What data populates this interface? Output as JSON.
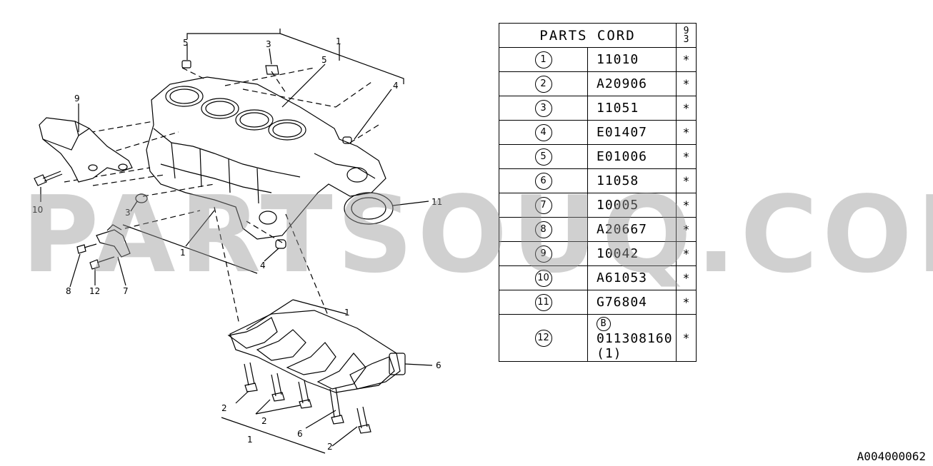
{
  "table": {
    "title": "PARTS CORD",
    "year_col": "9\n3",
    "rows": [
      {
        "num": "1",
        "code": "11010",
        "mark": "*"
      },
      {
        "num": "2",
        "code": "A20906",
        "mark": "*"
      },
      {
        "num": "3",
        "code": "11051",
        "mark": "*"
      },
      {
        "num": "4",
        "code": "E01407",
        "mark": "*"
      },
      {
        "num": "5",
        "code": "E01006",
        "mark": "*"
      },
      {
        "num": "6",
        "code": "11058",
        "mark": "*"
      },
      {
        "num": "7",
        "code": "10005",
        "mark": "*"
      },
      {
        "num": "8",
        "code": "A20667",
        "mark": "*"
      },
      {
        "num": "9",
        "code": "10042",
        "mark": "*"
      },
      {
        "num": "10",
        "code": "A61053",
        "mark": "*"
      },
      {
        "num": "11",
        "code": "G76804",
        "mark": "*"
      },
      {
        "num": "12",
        "prefix": "B",
        "code": "011308160 (1)",
        "mark": "*"
      }
    ]
  },
  "callouts": [
    "5",
    "3",
    "1",
    "5",
    "4",
    "9",
    "10",
    "3",
    "1",
    "4",
    "11",
    "8",
    "12",
    "7",
    "1",
    "6",
    "2",
    "2",
    "6",
    "1",
    "2"
  ],
  "watermark": "PARTSOUQ.COM",
  "reference_code": "A004000062",
  "colors": {
    "line": "#000000",
    "watermark": "#969696",
    "background": "#ffffff"
  }
}
